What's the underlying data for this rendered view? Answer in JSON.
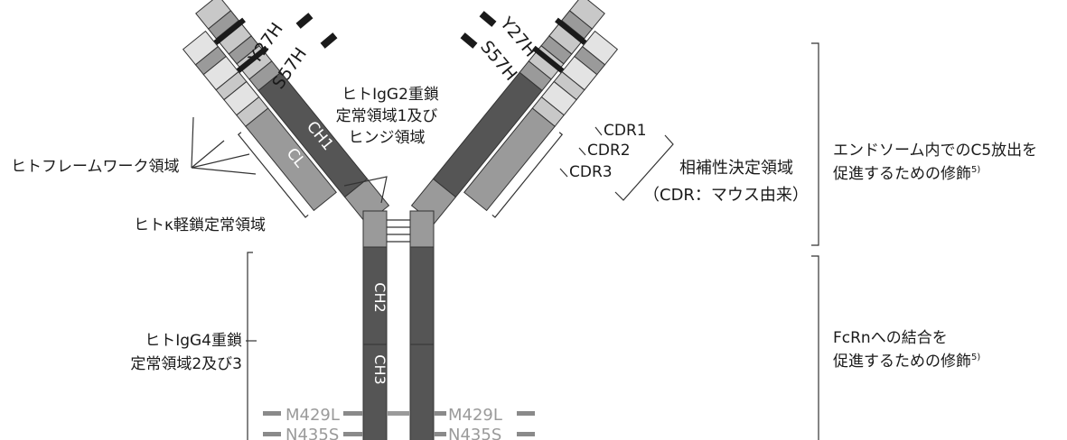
{
  "colors": {
    "dark": "#555555",
    "mid": "#9a9a9a",
    "light": "#c8c8c8",
    "pale": "#e3e3e3",
    "marker": "#1a1a1a",
    "mutation_grey": "#8a8a8a",
    "outline": "#333333"
  },
  "domains": {
    "ch1": "CH1",
    "cl": "CL",
    "ch2": "CH2",
    "ch3": "CH3"
  },
  "mutations": {
    "y27h": "Y27H",
    "s57h": "S57H",
    "m429l": "M429L",
    "n435s": "N435S"
  },
  "cdr": {
    "cdr1": "CDR1",
    "cdr2": "CDR2",
    "cdr3": "CDR3",
    "title": "相補性決定領域",
    "source": "（CDR：マウス由来）"
  },
  "labels": {
    "igg2_line1": "ヒトIgG2重鎖",
    "igg2_line2": "定常領域1及び",
    "igg2_line3": "ヒンジ領域",
    "framework": "ヒトフレームワーク領域",
    "kappa": "ヒトκ軽鎖定常領域",
    "igg4_line1": "ヒトIgG4重鎖",
    "igg4_line2": "定常領域2及び3"
  },
  "annotations": {
    "endosome_line1": "エンドソーム内でのC5放出を",
    "endosome_line2": "促進するための修飾",
    "endosome_ref": "5)",
    "fcrn_line1": "FcRnへの結合を",
    "fcrn_line2": "促進するための修飾",
    "fcrn_ref": "5)"
  }
}
